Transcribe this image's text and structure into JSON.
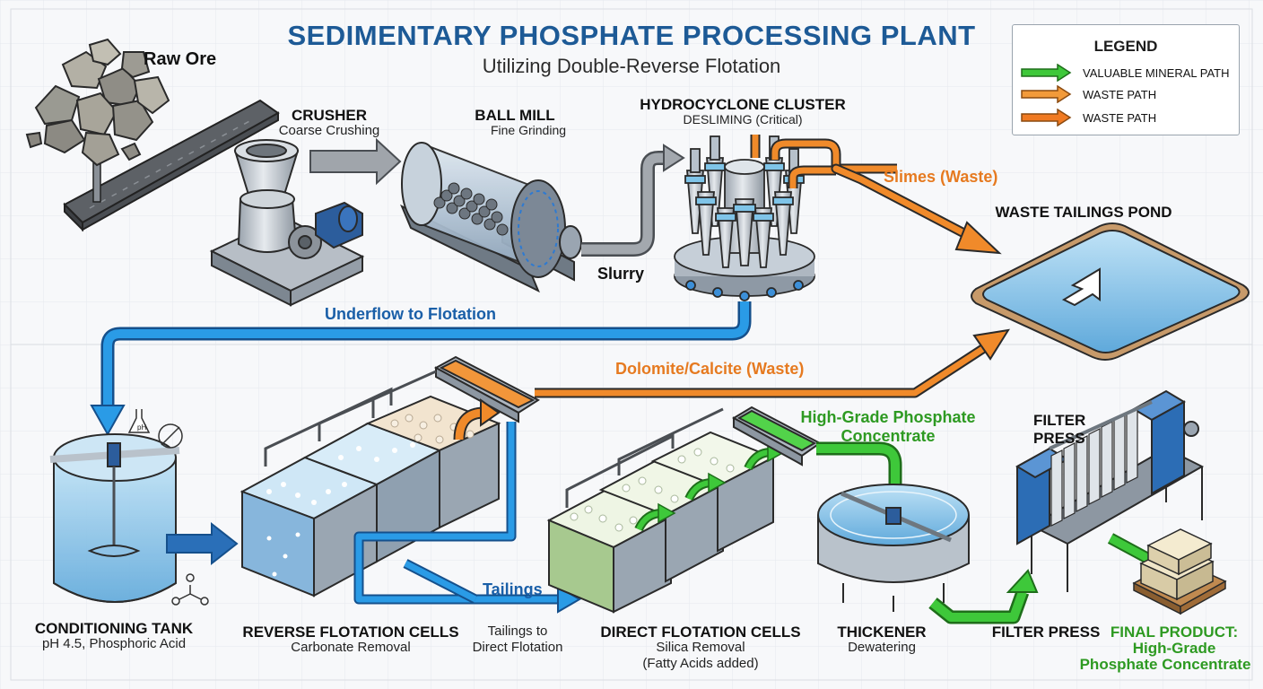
{
  "header": {
    "title": "SEDIMENTARY PHOSPHATE PROCESSING PLANT",
    "subtitle": "Utilizing Double-Reverse Flotation"
  },
  "legend": {
    "title": "LEGEND",
    "items": [
      {
        "label": "VALUABLE MINERAL PATH",
        "color": "#3ec83a"
      },
      {
        "label": "WASTE PATH",
        "color": "#f29a3a"
      },
      {
        "label": "WASTE PATH",
        "color": "#f07a22"
      }
    ]
  },
  "equipment": {
    "raw_ore": "Raw Ore",
    "crusher": {
      "name": "CRUSHER",
      "desc": "Coarse Crushing"
    },
    "ball_mill": {
      "name": "BALL MILL",
      "desc": "Fine Grinding"
    },
    "hydrocyclone": {
      "name": "HYDROCYCLONE CLUSTER",
      "desc": "DESLIMING (Critical)"
    },
    "tailings_pond": {
      "name": "WASTE TAILINGS POND"
    },
    "conditioning_tank": {
      "name": "CONDITIONING TANK",
      "desc": "pH 4.5, Phosphoric Acid"
    },
    "reverse_flotation": {
      "name": "REVERSE FLOTATION CELLS",
      "desc": "Carbonate Removal"
    },
    "direct_flotation": {
      "name": "DIRECT FLOTATION CELLS",
      "desc": "Silica Removal",
      "desc2": "(Fatty Acids added)"
    },
    "thickener": {
      "name": "THICKENER",
      "desc": "Dewatering"
    },
    "filter_press_top": {
      "line1": "FILTER",
      "line2": "PRESS"
    },
    "filter_press_bottom": {
      "name": "FILTER PRESS"
    },
    "final_product": {
      "line1": "FINAL PRODUCT:",
      "line2": "High-Grade",
      "line3": "Phosphate Concentrate"
    }
  },
  "flows": {
    "slurry": "Slurry",
    "slimes": "Slimes (Waste)",
    "underflow": "Underflow to Flotation",
    "dolomite": "Dolomite/Calcite (Waste)",
    "concentrate_line1": "High-Grade Phosphate",
    "concentrate_line2": "Concentrate",
    "tailings": "Tailings",
    "tailings_to_line1": "Tailings to",
    "tailings_to_line2": "Direct Flotation"
  },
  "reagent_icons": {
    "ph_label": "pH"
  },
  "colors": {
    "title_blue": "#1d5a96",
    "valuable_green": "#3ec83a",
    "waste_orange": "#f08a2a",
    "underflow_blue": "#2a9be6",
    "gray_flow": "#8a8f96"
  }
}
